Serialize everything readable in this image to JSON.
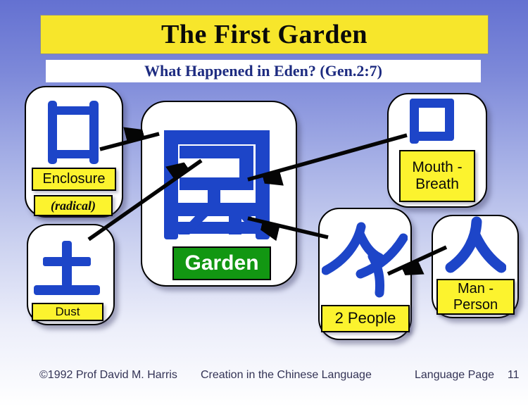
{
  "title": "The First Garden",
  "subtitle": "What Happened in Eden? (Gen.2:7)",
  "boxes": {
    "garden": {
      "char": "園",
      "label": "Garden"
    },
    "enclosure": {
      "char": "囗",
      "label": "Enclosure",
      "sublabel": "(radical)"
    },
    "mouth": {
      "char": "口",
      "label_line1": "Mouth -",
      "label_line2": "Breath"
    },
    "dust": {
      "char": "土",
      "label": "Dust"
    },
    "two_people": {
      "char": "人人",
      "label": "2 People"
    },
    "man": {
      "char": "人",
      "label_line1": "Man -",
      "label_line2": "Person"
    }
  },
  "connections": [
    {
      "from": "enclosure",
      "to": "garden"
    },
    {
      "from": "dust",
      "to": "garden"
    },
    {
      "from": "mouth",
      "to": "garden"
    },
    {
      "from": "two_people",
      "to": "garden"
    },
    {
      "from": "man",
      "to": "two_people"
    }
  ],
  "footer": {
    "copyright": "©1992 Prof David M. Harris",
    "series": "Creation in the Chinese Language",
    "page_label": "Language Page",
    "page_number": "11"
  },
  "colors": {
    "background_top": "#6471d1",
    "background_bottom": "#ffffff",
    "banner_yellow": "#f7e62b",
    "label_yellow": "#fcf32e",
    "character_blue": "#1d45c8",
    "garden_green": "#129712",
    "subtitle_navy": "#1d2b80",
    "footer_navy": "#333355",
    "arrow_black": "#050505"
  }
}
